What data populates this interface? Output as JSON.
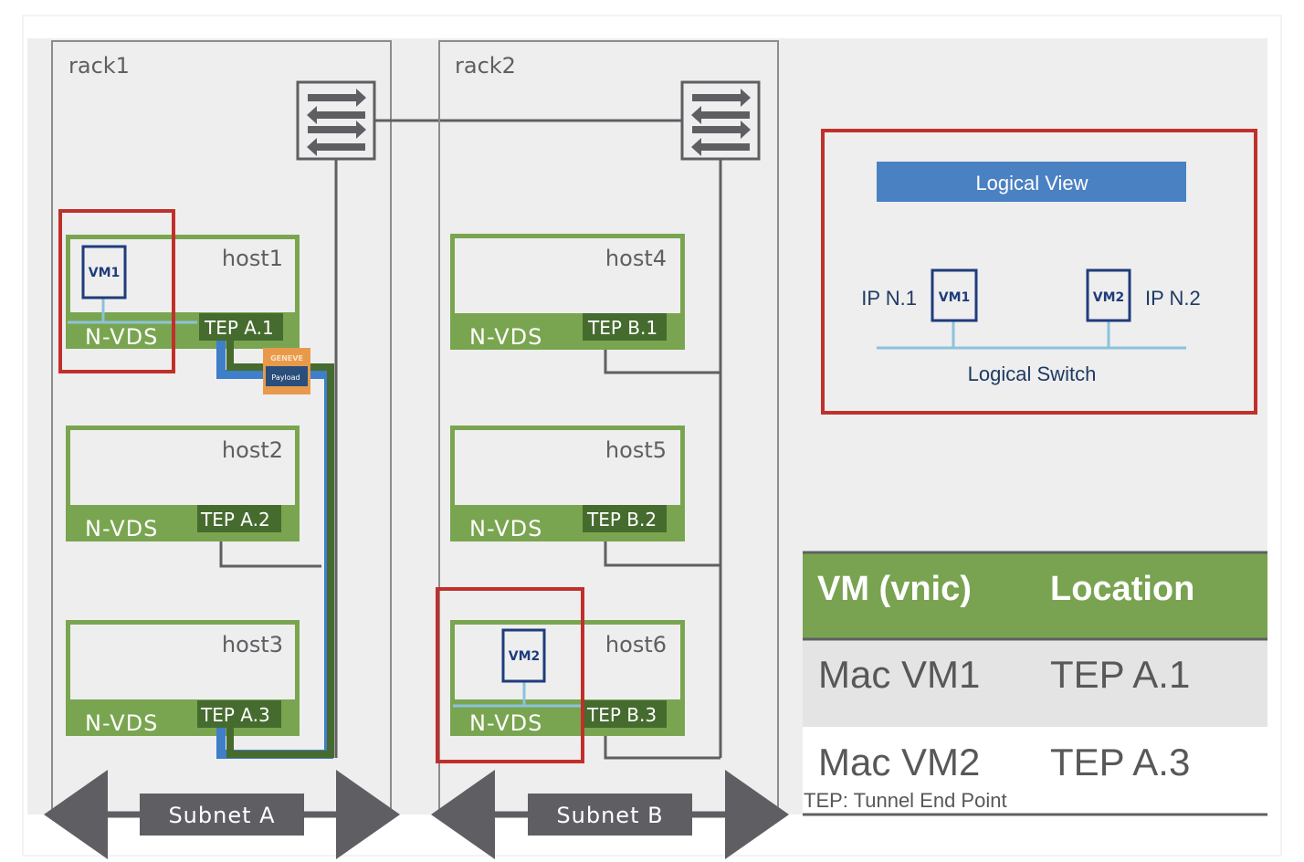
{
  "diagram": {
    "colors": {
      "background": "#eeeeee",
      "rack_border": "#8c8c8c",
      "host_green": "#7aa550",
      "tep_dark_green": "#466b2e",
      "highlight_red": "#c0302b",
      "vm_blue": "#1f3c7c",
      "vnic_light_blue": "#8cc2dc",
      "tunnel_blue": "#3f7ec9",
      "cable_gray": "#5f5f63",
      "logical_view_blue": "#4a81c2",
      "table_header_green": "#79a350",
      "geneve_orange": "#e89a4a",
      "payload_navy": "#2a4f7a"
    },
    "racks": [
      {
        "label": "rack1",
        "switch_icon": "top-of-rack-switch-icon",
        "subnet_label": "Subnet A",
        "hosts": [
          {
            "label": "host1",
            "nvds": "N-VDS",
            "tep": "TEP A.1",
            "vm": "VM1",
            "highlighted": true
          },
          {
            "label": "host2",
            "nvds": "N-VDS",
            "tep": "TEP A.2",
            "vm": null,
            "highlighted": false
          },
          {
            "label": "host3",
            "nvds": "N-VDS",
            "tep": "TEP A.3",
            "vm": null,
            "highlighted": false
          }
        ]
      },
      {
        "label": "rack2",
        "switch_icon": "top-of-rack-switch-icon",
        "subnet_label": "Subnet B",
        "hosts": [
          {
            "label": "host4",
            "nvds": "N-VDS",
            "tep": "TEP B.1",
            "vm": null,
            "highlighted": false
          },
          {
            "label": "host5",
            "nvds": "N-VDS",
            "tep": "TEP B.2",
            "vm": null,
            "highlighted": false
          },
          {
            "label": "host6",
            "nvds": "N-VDS",
            "tep": "TEP B.3",
            "vm": "VM2",
            "highlighted": true
          }
        ]
      }
    ],
    "packet": {
      "header": "GENEVE",
      "body": "Payload"
    },
    "tunnel": {
      "from": "TEP A.1",
      "to": "TEP A.3"
    },
    "logical_view": {
      "title": "Logical View",
      "switch_label": "Logical Switch",
      "vms": [
        {
          "name": "VM1",
          "ip": "IP N.1"
        },
        {
          "name": "VM2",
          "ip": "IP N.2"
        }
      ]
    },
    "mapping_table": {
      "headers": [
        "VM (vnic)",
        "Location"
      ],
      "rows": [
        [
          "Mac VM1",
          "TEP A.1"
        ],
        [
          "Mac VM2",
          "TEP A.3"
        ]
      ],
      "footnote": "TEP: Tunnel End Point"
    }
  }
}
